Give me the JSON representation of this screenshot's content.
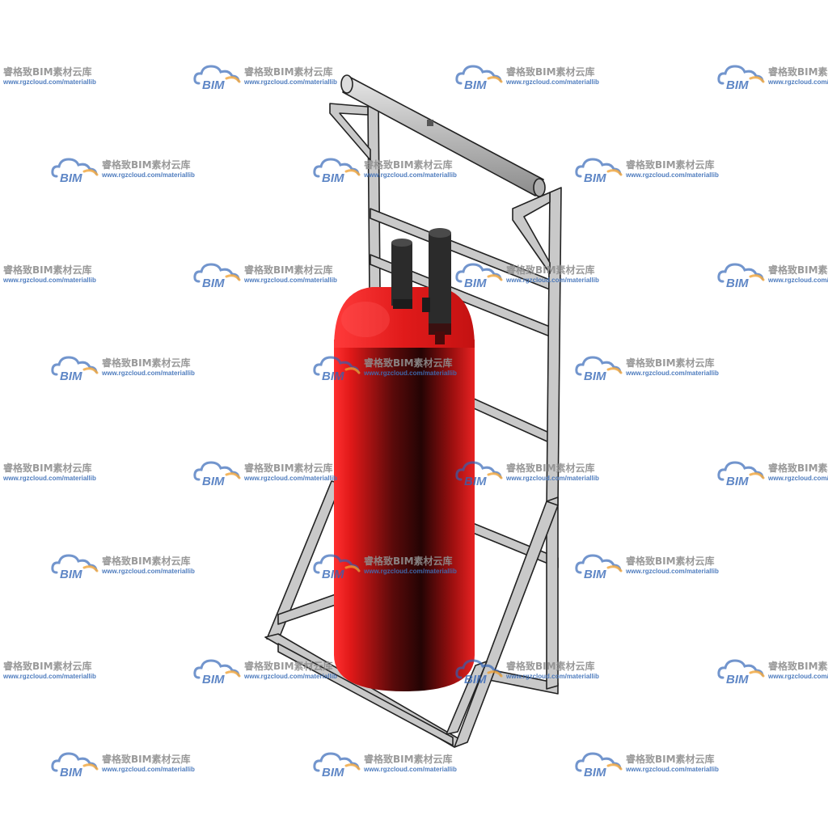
{
  "watermark": {
    "logo_text": "BIM",
    "name": "睿格致BIM素材云库",
    "url": "www.rgzcloud.com/materiallib",
    "colors": {
      "logo_blue": "#2f63b5",
      "logo_orange": "#f0a030",
      "name_gray": "#8f8f8f",
      "url_blue": "#3d6fb8"
    }
  },
  "model": {
    "colors": {
      "frame": "#c9c9c9",
      "frame_edge": "#222222",
      "cylinder_light": "#ff2a2a",
      "cylinder_mid": "#c81414",
      "cylinder_dark": "#2a0505",
      "valve": "#2b2b2b",
      "background": "#ffffff"
    }
  }
}
